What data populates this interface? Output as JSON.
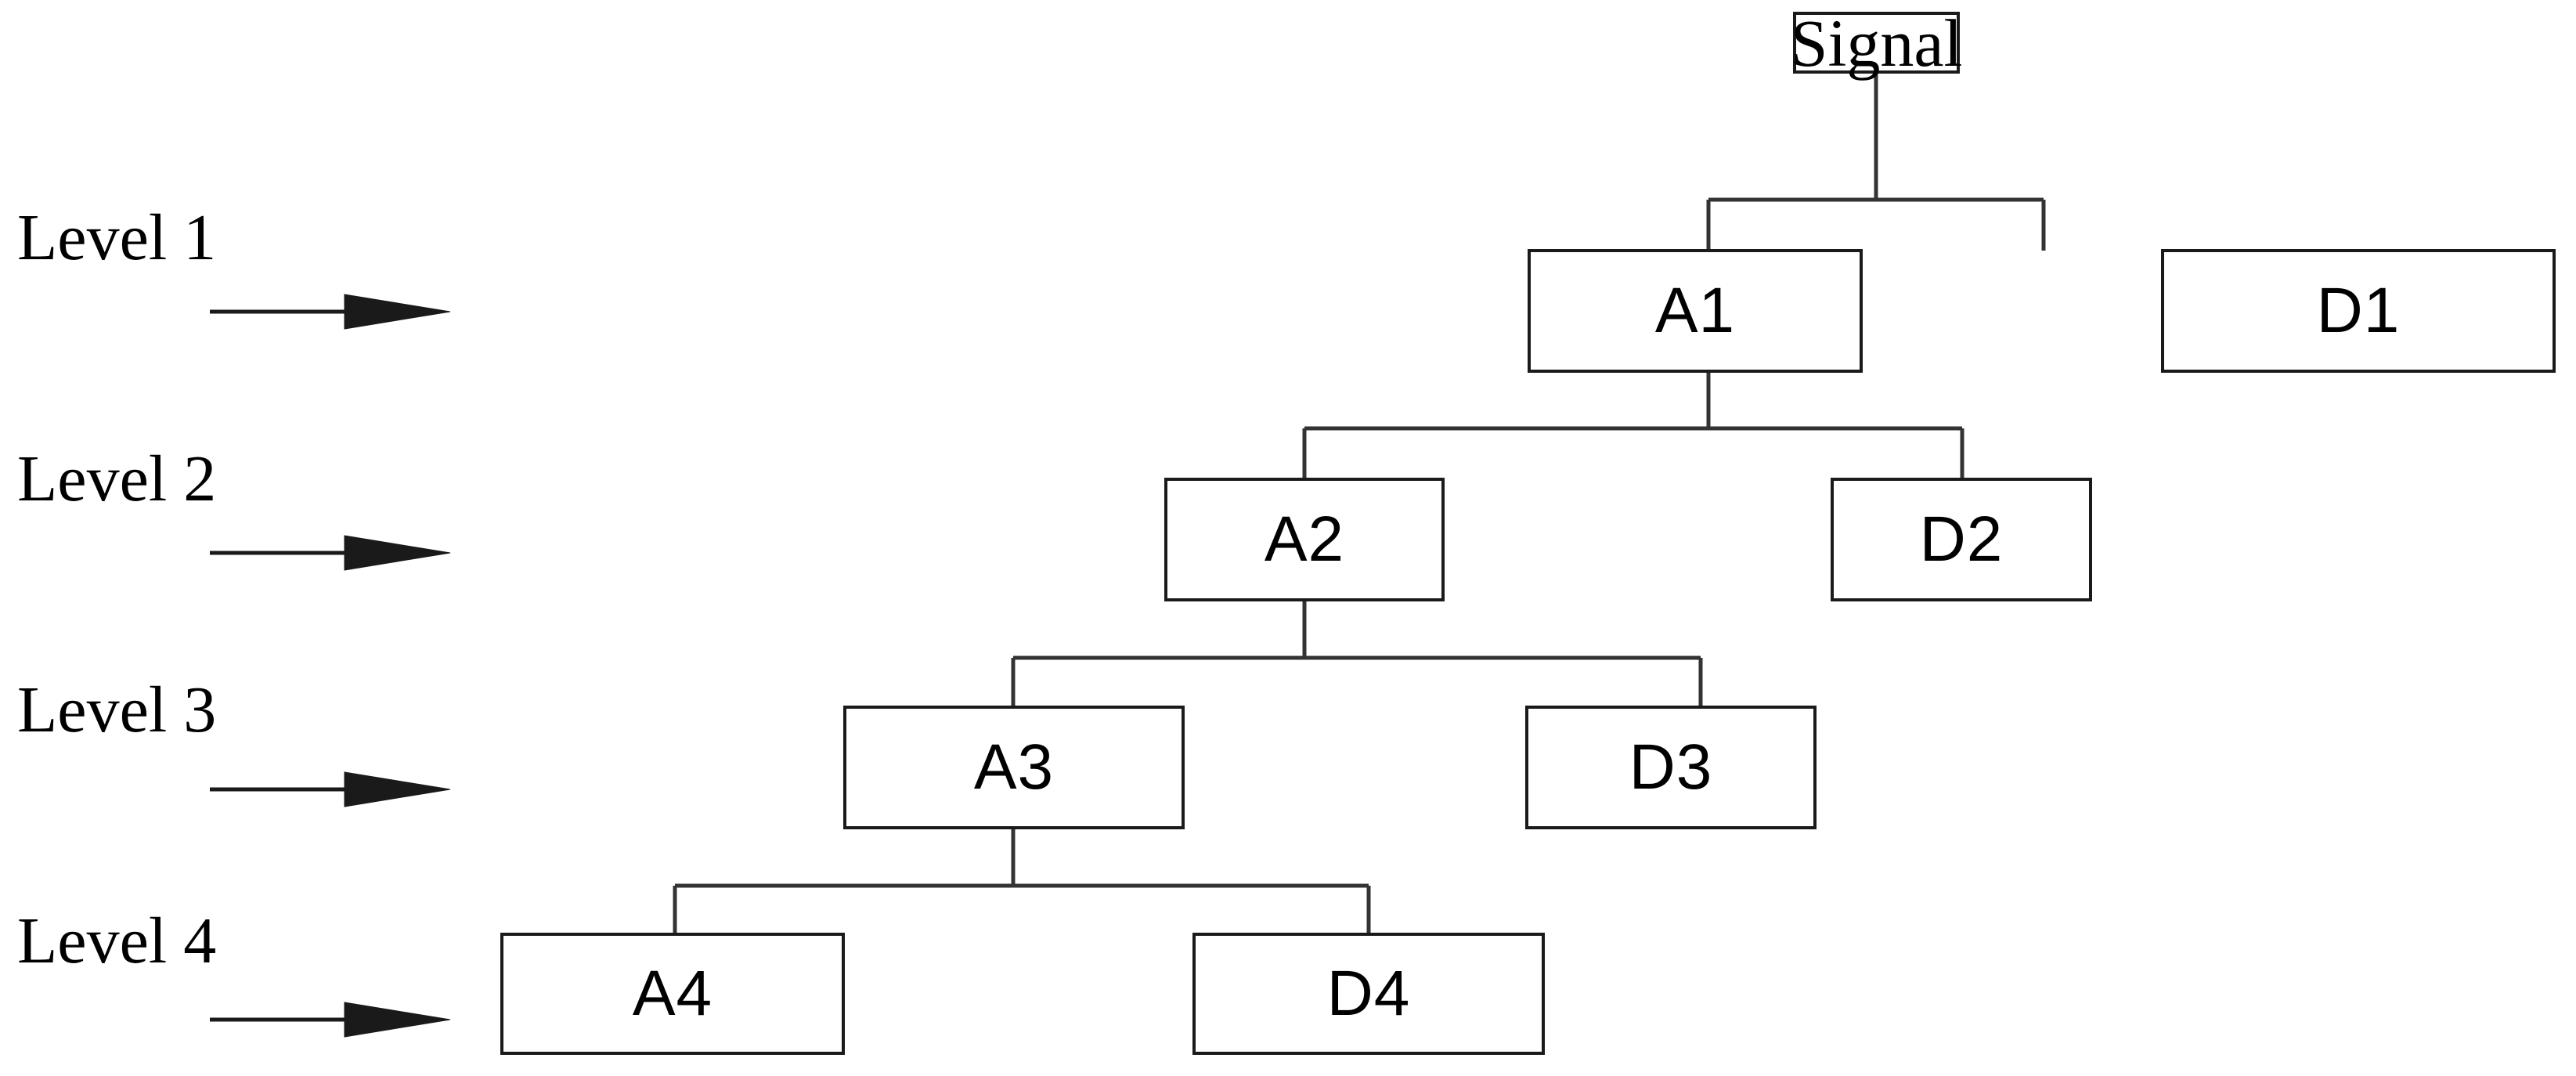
{
  "diagram": {
    "title_node": {
      "label": "Signal"
    },
    "levels": [
      {
        "label": "Level 1",
        "arrow_icon": "right-arrow-icon"
      },
      {
        "label": "Level 2",
        "arrow_icon": "right-arrow-icon"
      },
      {
        "label": "Level 3",
        "arrow_icon": "right-arrow-icon"
      },
      {
        "label": "Level 4",
        "arrow_icon": "right-arrow-icon"
      }
    ],
    "nodes": [
      {
        "id": "signal",
        "label": "Signal",
        "level": 0
      },
      {
        "id": "a1",
        "label": "A1",
        "level": 1
      },
      {
        "id": "d1",
        "label": "D1",
        "level": 1
      },
      {
        "id": "a2",
        "label": "A2",
        "level": 2
      },
      {
        "id": "d2",
        "label": "D2",
        "level": 2
      },
      {
        "id": "a3",
        "label": "A3",
        "level": 3
      },
      {
        "id": "d3",
        "label": "D3",
        "level": 3
      },
      {
        "id": "a4",
        "label": "A4",
        "level": 4
      },
      {
        "id": "d4",
        "label": "D4",
        "level": 4
      }
    ],
    "edges": [
      {
        "from": "signal",
        "to": "a1"
      },
      {
        "from": "signal",
        "to": "d1"
      },
      {
        "from": "a1",
        "to": "a2"
      },
      {
        "from": "a1",
        "to": "d2"
      },
      {
        "from": "a2",
        "to": "a3"
      },
      {
        "from": "a2",
        "to": "d3"
      },
      {
        "from": "a3",
        "to": "a4"
      },
      {
        "from": "a3",
        "to": "d4"
      }
    ],
    "colors": {
      "background": "#ffffff",
      "box_border": "#1a1a1a",
      "connector": "#333333",
      "text": "#000000"
    }
  }
}
